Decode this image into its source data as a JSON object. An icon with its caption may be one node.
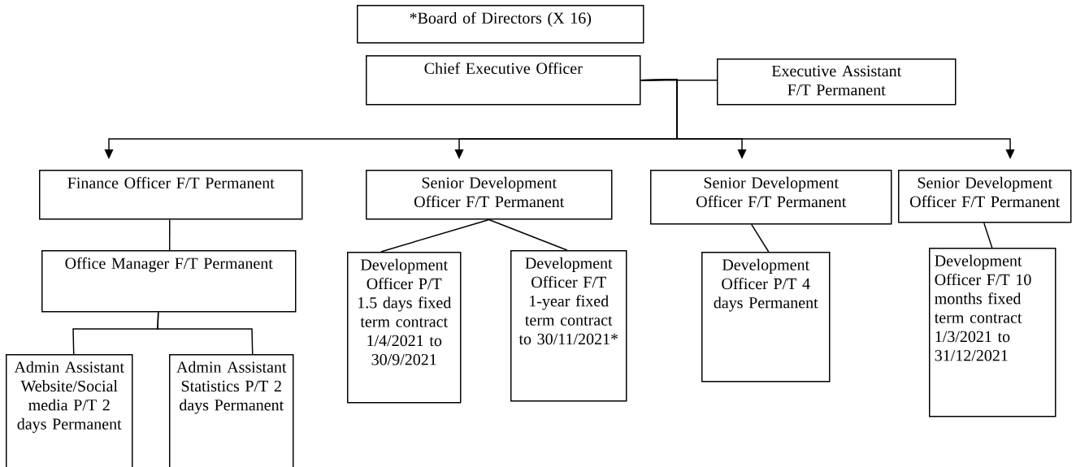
{
  "diagram": {
    "nodes": [
      {
        "text": [
          "*Board of Directors (X 16)"
        ]
      },
      {
        "text": [
          "Chief Executive Officer"
        ]
      },
      {
        "text": [
          "Executive Assistant F/T Permanent"
        ]
      },
      {
        "text": [
          "Finance Officer F/T Permanent"
        ]
      },
      {
        "text": [
          "Senior Development Officer F/T Permanent"
        ]
      },
      {
        "text": [
          "Senior Development Officer F/T Permanent"
        ]
      },
      {
        "text": [
          "Senior Development Officer F/T Permanent"
        ]
      },
      {
        "text": [
          "Office Manager F/T Permanent"
        ]
      },
      {
        "text": [
          "Admin Assistant Website/Social media P/T 2 days Permanent"
        ]
      },
      {
        "text": [
          "Admin Assistant Statistics P/T 2 days Permanent"
        ]
      },
      {
        "text": [
          "Development Officer P/T 1.5 days fixed term contract 1/4/2021 to 30/9/2021"
        ]
      },
      {
        "text": [
          "Development Officer F/T 1-year fixed term contract to 30/11/2021*"
        ]
      },
      {
        "text": [
          "Development Officer P/T 4 days Permanent"
        ]
      },
      {
        "text": [
          "Development Officer F/T 10 months fixed term contract 1/3/2021 to 31/12/2021"
        ]
      }
    ],
    "edges": [
      {
        "from": 1,
        "to": 2,
        "arrow": "none"
      },
      {
        "from": 1,
        "to": 3,
        "arrow": "to"
      },
      {
        "from": 1,
        "to": 4,
        "arrow": "to"
      },
      {
        "from": 1,
        "to": 5,
        "arrow": "to"
      },
      {
        "from": 1,
        "to": 6,
        "arrow": "to"
      },
      {
        "from": 3,
        "to": 7,
        "arrow": "none"
      },
      {
        "from": 7,
        "to": 8,
        "arrow": "none"
      },
      {
        "from": 7,
        "to": 9,
        "arrow": "none"
      },
      {
        "from": 4,
        "to": 10,
        "arrow": "none"
      },
      {
        "from": 4,
        "to": 11,
        "arrow": "none"
      },
      {
        "from": 5,
        "to": 12,
        "arrow": "none"
      },
      {
        "from": 6,
        "to": 13,
        "arrow": "none"
      }
    ]
  }
}
